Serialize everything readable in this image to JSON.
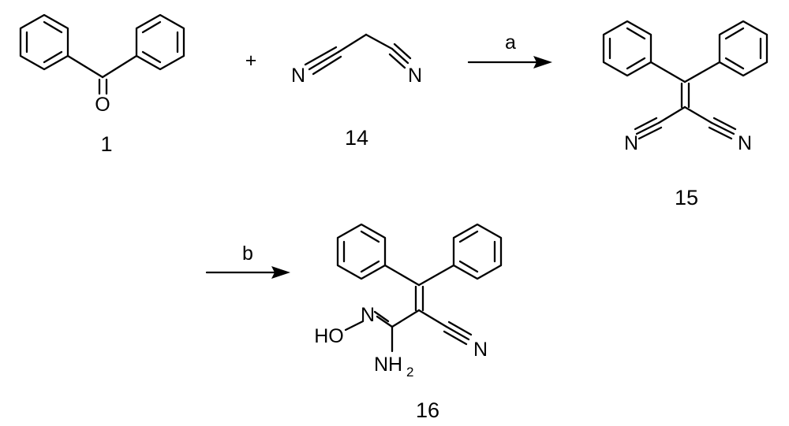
{
  "scheme": {
    "plus_sign": "+",
    "compounds": {
      "benzophenone": {
        "number": "1",
        "oxygen": "O"
      },
      "malononitrile": {
        "number": "14",
        "n_left": "N",
        "n_right": "N"
      },
      "dicyano_alkene": {
        "number": "15",
        "n_left": "N",
        "n_right": "N"
      },
      "amidoxime": {
        "number": "16",
        "hydroxyl": "HO",
        "imine_n": "N",
        "amine": "NH",
        "amine_subscript": "2",
        "nitrile_n": "N"
      }
    },
    "arrows": [
      {
        "label": "a"
      },
      {
        "label": "b"
      }
    ]
  }
}
